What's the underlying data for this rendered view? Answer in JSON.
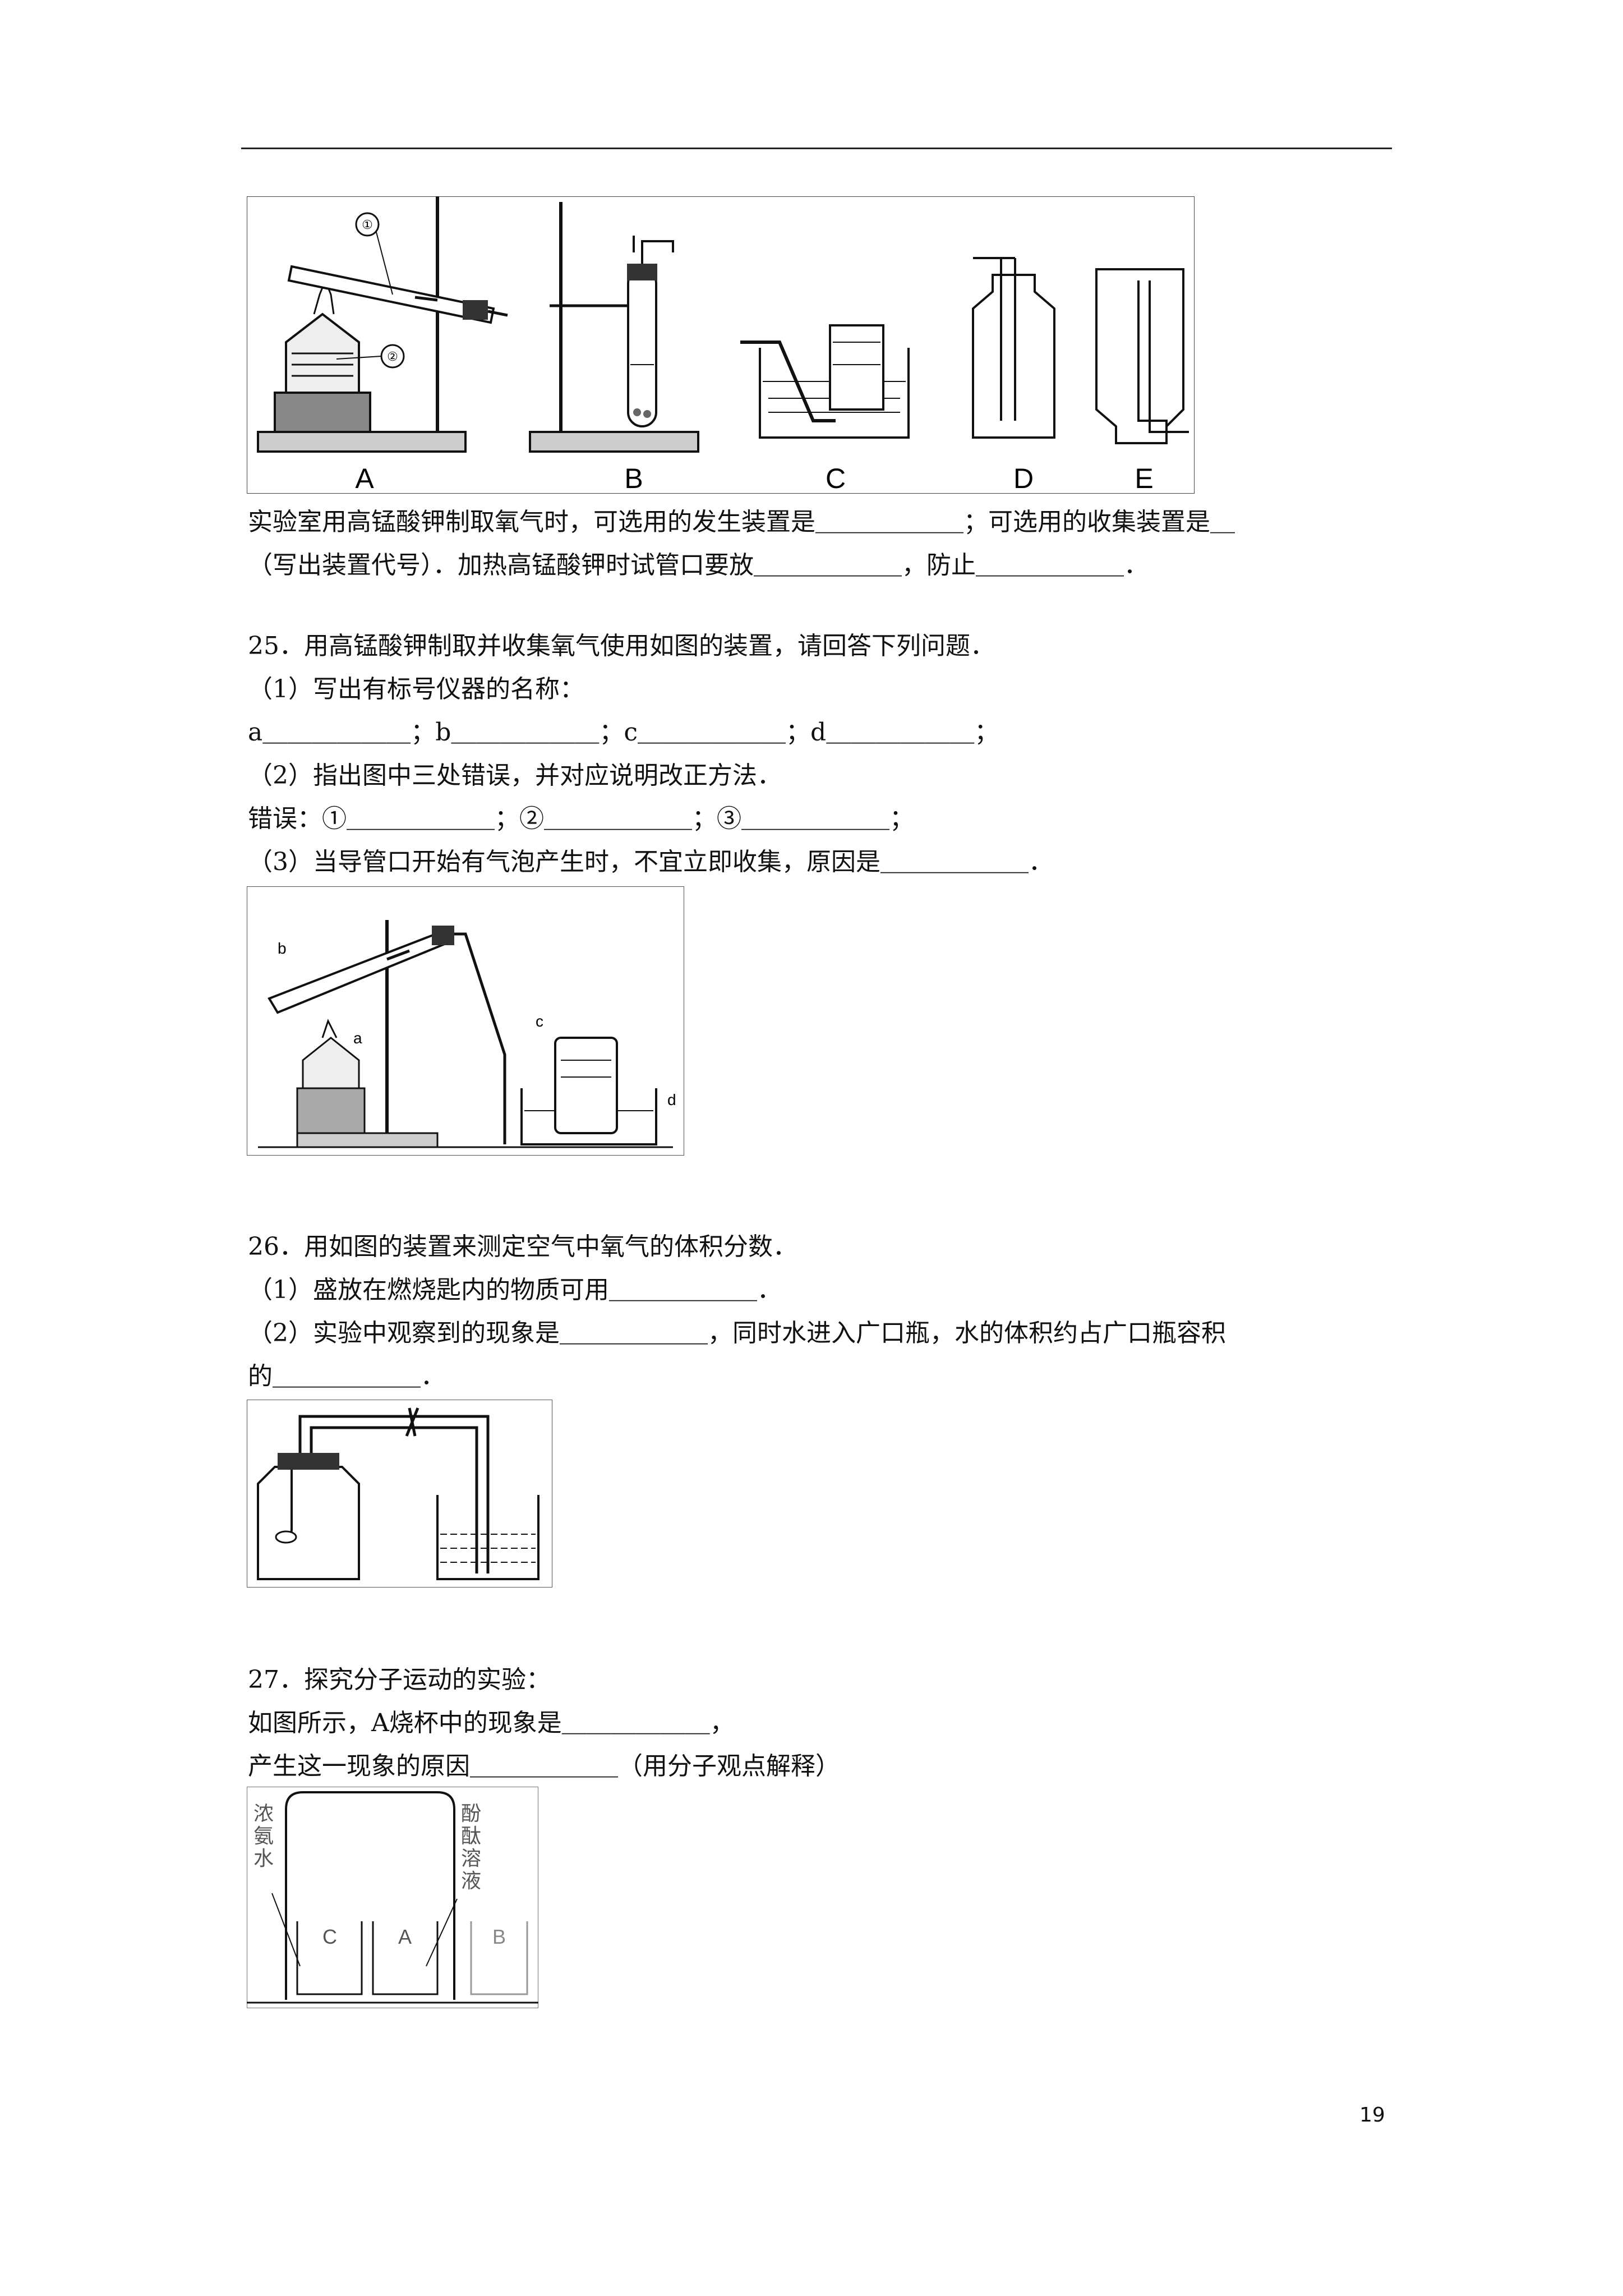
{
  "figure_labels": {
    "fig1": [
      "A",
      "B",
      "C",
      "D",
      "E"
    ],
    "fig1_markers": [
      "①",
      "②"
    ],
    "fig25": [
      "a",
      "b",
      "c",
      "d"
    ],
    "fig27": [
      "浓",
      "氨",
      "水",
      "酚",
      "酞",
      "溶",
      "液",
      "C",
      "A",
      "B"
    ]
  },
  "lines": {
    "l1": "实验室用高锰酸钾制取氧气时，可选用的发生装置是＿＿＿＿＿＿；可选用的收集装置是＿",
    "l2": "（写出装置代号）．加热高锰酸钾时试管口要放＿＿＿＿＿＿，防止＿＿＿＿＿＿．",
    "q25": "25．用高锰酸钾制取并收集氧气使用如图的装置，请回答下列问题．",
    "q25_1": "（1）写出有标号仪器的名称：",
    "q25_abcd": "a＿＿＿＿＿＿；b＿＿＿＿＿＿；c＿＿＿＿＿＿；d＿＿＿＿＿＿；",
    "q25_2": "（2）指出图中三处错误，并对应说明改正方法．",
    "q25_err": "错误：①＿＿＿＿＿＿；②＿＿＿＿＿＿；③＿＿＿＿＿＿；",
    "q25_3": "（3）当导管口开始有气泡产生时，不宜立即收集，原因是＿＿＿＿＿＿．",
    "q26": "26．用如图的装置来测定空气中氧气的体积分数．",
    "q26_1": "（1）盛放在燃烧匙内的物质可用＿＿＿＿＿＿．",
    "q26_2": "（2）实验中观察到的现象是＿＿＿＿＿＿，同时水进入广口瓶，水的体积约占广口瓶容积",
    "q26_2b": "的＿＿＿＿＿＿．",
    "q27": "27．探究分子运动的实验：",
    "q27_1": "如图所示，A烧杯中的现象是＿＿＿＿＿＿，",
    "q27_2": "产生这一现象的原因＿＿＿＿＿＿（用分子观点解释）"
  },
  "page_number": "19"
}
